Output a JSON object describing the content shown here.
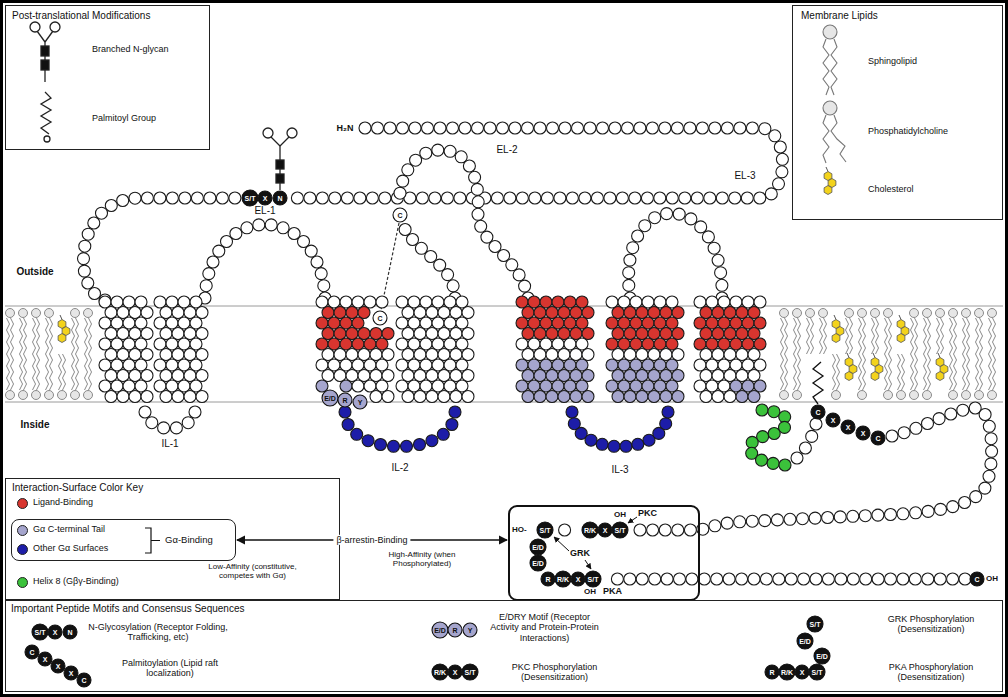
{
  "diagram": {
    "nodes": [
      {
        "text": [
          "Post-translational Modifications"
        ]
      },
      {
        "text": [
          "Membrane Lipids"
        ]
      },
      {
        "text": [
          "Interaction-Surface Color Key"
        ]
      },
      {
        "text": [
          "Gα-Binding"
        ],
        "in": 2
      },
      {
        "text": [
          "PKC",
          "GRK",
          "PKA"
        ]
      },
      {
        "text": [
          "Important Peptide Motifs and Consensus Sequences"
        ]
      }
    ],
    "edges": [
      {
        "from": 3,
        "to": 4,
        "arrow": "both",
        "label": "β-arrestin-Binding"
      }
    ],
    "labels": [
      "H₂N",
      "S/T",
      "X",
      "N",
      "EL-1",
      "EL-2",
      "EL-3",
      "IL-1",
      "IL-2",
      "IL-3",
      "Outside",
      "Inside",
      "C",
      "C",
      "E/D",
      "R",
      "Y",
      "C",
      "X",
      "X",
      "X",
      "C",
      "HO-",
      "S/T",
      "R/K",
      "X",
      "S/T",
      "OH",
      "E/D",
      "E/D",
      "R",
      "R/K",
      "X",
      "S/T",
      "OH",
      "C",
      "OH",
      "Low-Affinity (constitutive, competes with Gα)",
      "High-Affinity (when Phosphorylated)",
      "S/T",
      "X",
      "N",
      "C",
      "X",
      "X",
      "X",
      "C",
      "E/D",
      "R",
      "Y",
      "R/K",
      "X",
      "S/T",
      "S/T",
      "E/D",
      "E/D",
      "R",
      "R/K",
      "X",
      "S/T"
    ],
    "legend": [
      {
        "text": "Branched N-glycan"
      },
      {
        "text": "Palmitoyl Group"
      },
      {
        "text": "Sphingolipid"
      },
      {
        "text": "Phosphatidylcholine"
      },
      {
        "text": "Cholesterol"
      },
      {
        "text": "Ligand-Binding",
        "color": "#d8352f"
      },
      {
        "text": "Gα C-terminal Tail",
        "color": "#a5a5cd"
      },
      {
        "text": "Other Gα Surfaces",
        "color": "#1d1da8"
      },
      {
        "text": "Helix 8 (Gβγ-Binding)",
        "color": "#3bc23b"
      },
      {
        "text": "N-Glycosylation (Receptor Folding, Trafficking, etc)"
      },
      {
        "text": "Palmitoylation (Lipid raft localization)"
      },
      {
        "text": "E/DRY Motif (Receptor Activity and Protein-Protein Interactions)"
      },
      {
        "text": "PKC Phosphorylation (Desensitization)"
      },
      {
        "text": "GRK Phosphorylation (Desensitization)"
      },
      {
        "text": "PKA Phosphorylation (Desensitization)"
      }
    ]
  }
}
